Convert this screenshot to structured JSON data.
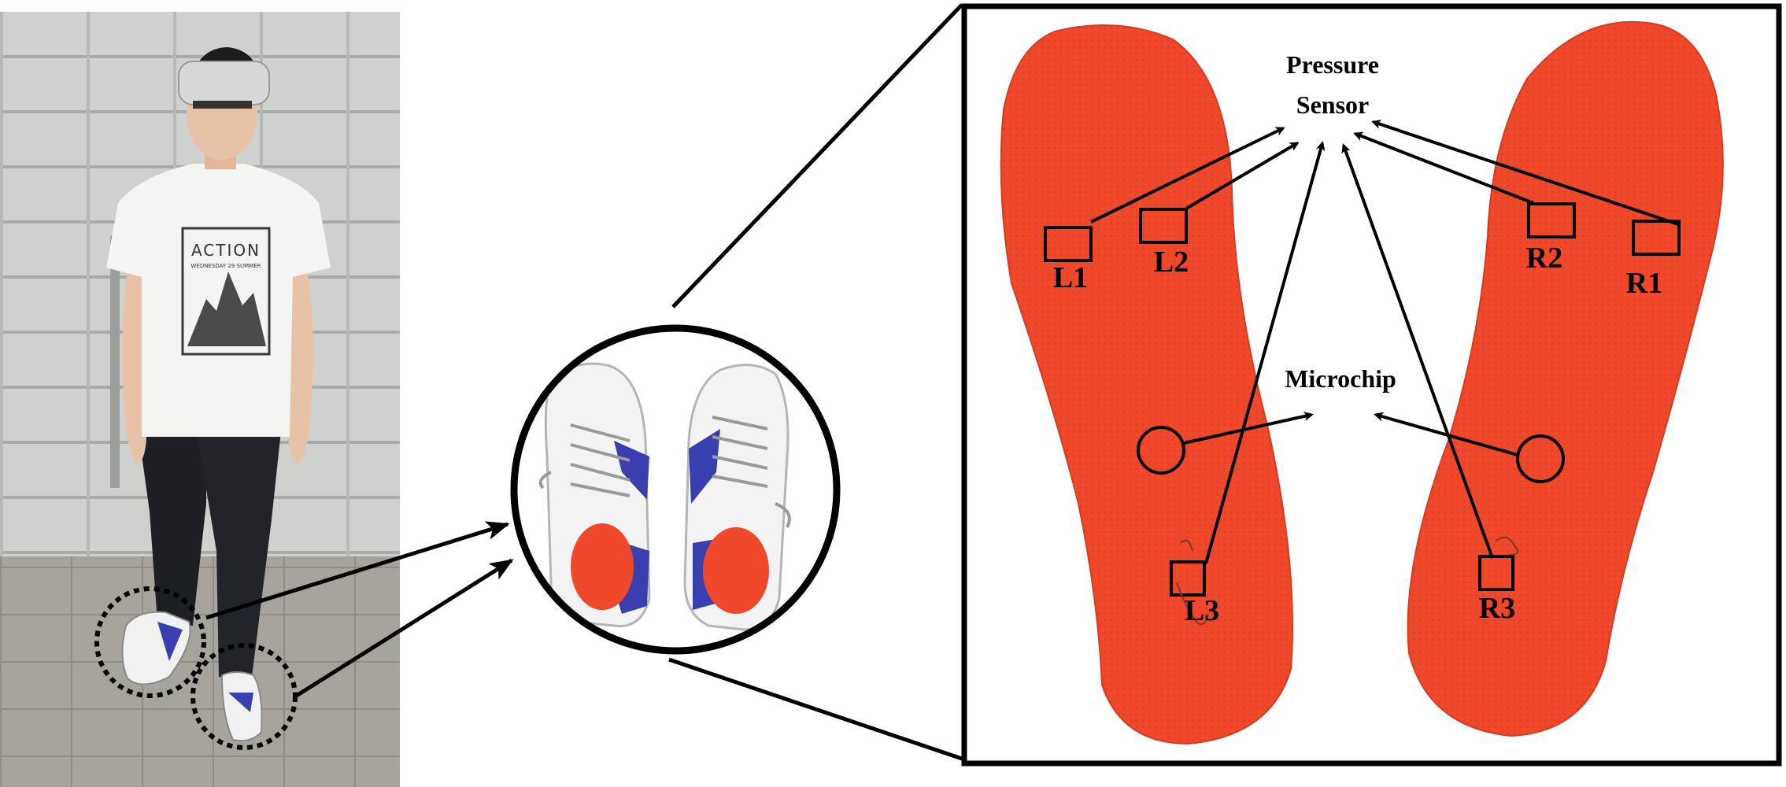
{
  "photo": {
    "shirt_text": "ACTION",
    "shirt_subtext": "WEDNESDAY 29 SUMMER"
  },
  "insole": {
    "pressure_label_line1": "Pressure",
    "pressure_label_line2": "Sensor",
    "microchip_label": "Microchip",
    "sensors": {
      "l1": "L1",
      "l2": "L2",
      "l3": "L3",
      "r1": "R1",
      "r2": "R2",
      "r3": "R3"
    }
  },
  "colors": {
    "insole": "#f0482a",
    "insole_dark": "#d93a1f",
    "shoe_accent": "#3a3fb0",
    "wall": "#c9ccc8",
    "floor": "#a09f98"
  }
}
